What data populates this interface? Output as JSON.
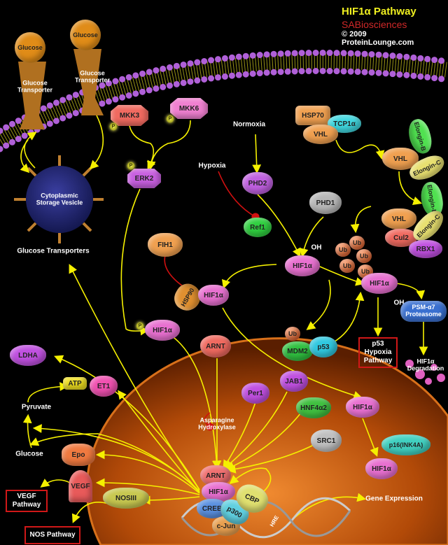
{
  "header": {
    "title": "HIF1α Pathway",
    "brand_logo": "SABiosciences",
    "copyright": "© 2009",
    "site": "ProteinLounge.com"
  },
  "colors": {
    "arrow": "#f5f000",
    "inhibit": "#d01010",
    "nucleus": "#c85a10",
    "membrane": "#b060d8",
    "box_border": "#d01818"
  },
  "glucose": [
    "Glucose",
    "Glucose"
  ],
  "transporter_label": [
    "Glucose\nTransporter",
    "Glucose\nTransporter"
  ],
  "vesicle": "Cytoplasmic Storage Vesicle",
  "glucose_transporters": "Glucose Transporters",
  "phospho": "P",
  "cyto": {
    "mkk3": "MKK3",
    "mkk6": "MKK6",
    "erk2": "ERK2",
    "normoxia": "Normoxia",
    "hypoxia": "Hypoxia",
    "phd2": "PHD2",
    "phd1": "PHD1",
    "ref1": "Ref1",
    "fih1": "FIH1",
    "hif1a_oh": "HIF1α",
    "oh": "OH",
    "hsp90": "HSP90",
    "hif1a_hsp": "HIF1α",
    "hif1a_p": "HIF1α",
    "arnt": "ARNT",
    "ub_mdm2": "Ub",
    "mdm2": "MDM2",
    "p53": "p53",
    "ldha": "LDHA",
    "atp": "ATP",
    "pyruvate": "Pyruvate",
    "et1": "ET1",
    "glucose_text": "Glucose",
    "epo": "Epo",
    "vegf": "VEGF",
    "nosiii": "NOSIII"
  },
  "vhl": {
    "hsp70": "HSP70",
    "tcp1a": "TCP1α",
    "vhl1": "VHL",
    "elonginb1": "Elongin-B",
    "vhl2": "VHL",
    "elonginc1": "Elongin-C",
    "elonginb2": "Elongin-B",
    "vhl3": "VHL",
    "cul2": "Cul2",
    "elonginc2": "Elongin-C",
    "rbx1": "RBX1"
  },
  "ub": [
    "Ub",
    "Ub",
    "Ub",
    "Ub",
    "Ub"
  ],
  "degradation": {
    "hif1a": "HIF1α",
    "oh": "OH",
    "proteasome": "PSM-α7\nProteasome",
    "degradation": "HIF1α\nDegradation"
  },
  "boxes": {
    "p53": "p53\nHypoxia\nPathway",
    "vegf": "VEGF\nPathway",
    "nos": "NOS Pathway"
  },
  "nucleus": {
    "per1": "Per1",
    "jab1": "JAB1",
    "hnf4a2": "HNF4α2",
    "src1": "SRC1",
    "asparagine": "Asparagine\nHydroxylase",
    "hif1a_n": "HIF1α",
    "p16": "p16(INK4A)",
    "hif1a_p16": "HIF1α",
    "arnt": "ARNT",
    "hif1a": "HIF1α",
    "creb": "CREB",
    "p300": "p300",
    "cbp": "CBP",
    "cjun": "c-Jun",
    "hre": "HRE",
    "gene_expression": "Gene Expression"
  }
}
